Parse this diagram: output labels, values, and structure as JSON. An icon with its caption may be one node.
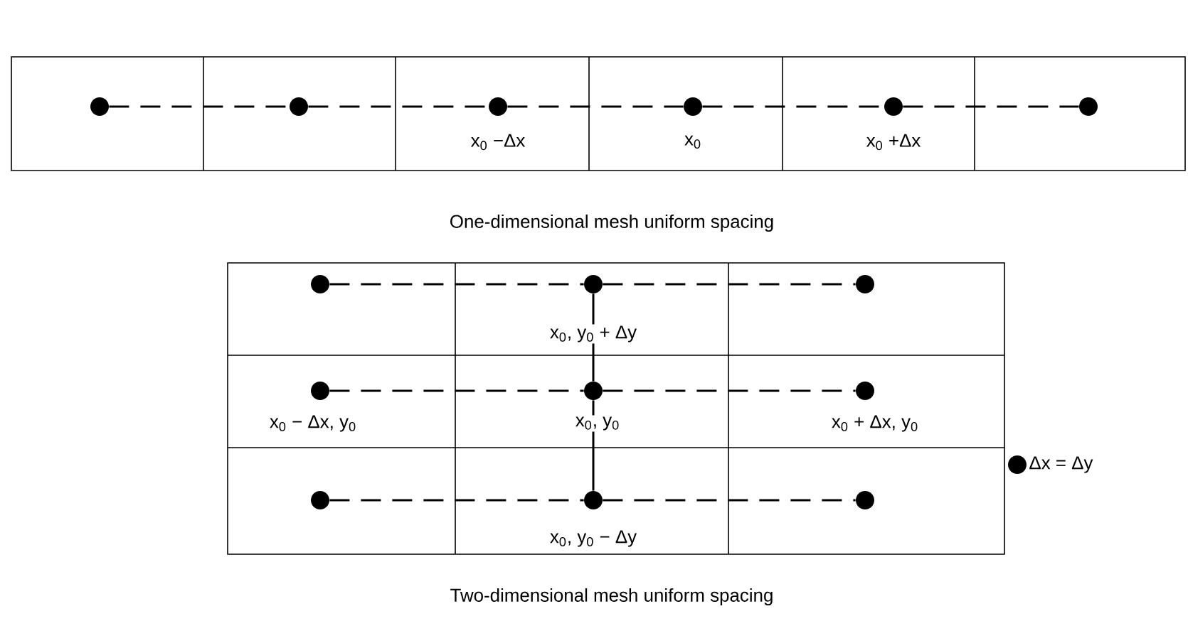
{
  "diagram": {
    "nodes": [
      {
        "text": [],
        "shape": "circle"
      },
      {
        "text": [],
        "shape": "circle"
      },
      {
        "text": [],
        "shape": "circle",
        "beside": [
          "x$_{0}$ −Δx"
        ]
      },
      {
        "text": [],
        "shape": "circle",
        "beside": [
          "x$_{0}$"
        ]
      },
      {
        "text": [],
        "shape": "circle",
        "beside": [
          "x$_{0}$ +Δx"
        ]
      },
      {
        "text": [],
        "shape": "circle"
      },
      {
        "text": [],
        "shape": "circle"
      },
      {
        "text": [],
        "shape": "circle",
        "beside": [
          "x$_{0}$, y$_{0}$ + Δy"
        ]
      },
      {
        "text": [],
        "shape": "circle"
      },
      {
        "text": [],
        "shape": "circle",
        "beside": [
          "x$_{0}$ − Δx, y$_{0}$"
        ]
      },
      {
        "text": [],
        "shape": "circle",
        "beside": [
          "x$_{0}$, y$_{0}$"
        ]
      },
      {
        "text": [],
        "shape": "circle",
        "beside": [
          "x$_{0}$ + Δx, y$_{0}$"
        ]
      },
      {
        "text": [],
        "shape": "circle"
      },
      {
        "text": [],
        "shape": "circle",
        "beside": [
          "x$_{0}$, y$_{0}$ − Δy"
        ]
      },
      {
        "text": [],
        "shape": "circle"
      }
    ],
    "edges": [
      {
        "from": 0,
        "to": 1,
        "arrow": "none",
        "style": "dashed"
      },
      {
        "from": 1,
        "to": 2,
        "arrow": "none",
        "style": "dashed"
      },
      {
        "from": 2,
        "to": 3,
        "arrow": "none",
        "style": "dashed"
      },
      {
        "from": 3,
        "to": 4,
        "arrow": "none",
        "style": "dashed"
      },
      {
        "from": 4,
        "to": 5,
        "arrow": "none",
        "style": "dashed"
      },
      {
        "from": 6,
        "to": 7,
        "arrow": "none",
        "style": "dashed"
      },
      {
        "from": 7,
        "to": 8,
        "arrow": "none",
        "style": "dashed"
      },
      {
        "from": 9,
        "to": 10,
        "arrow": "none",
        "style": "dashed"
      },
      {
        "from": 10,
        "to": 11,
        "arrow": "none",
        "style": "dashed"
      },
      {
        "from": 12,
        "to": 13,
        "arrow": "none",
        "style": "dashed"
      },
      {
        "from": 13,
        "to": 14,
        "arrow": "none",
        "style": "dashed"
      },
      {
        "from": 7,
        "to": 10,
        "arrow": "none"
      },
      {
        "from": 10,
        "to": 13,
        "arrow": "none"
      }
    ],
    "labels": [
      "One-dimensional mesh uniform spacing",
      "Two-dimensional mesh uniform spacing"
    ],
    "legend": [
      {
        "text": "Δx = Δy"
      }
    ]
  }
}
